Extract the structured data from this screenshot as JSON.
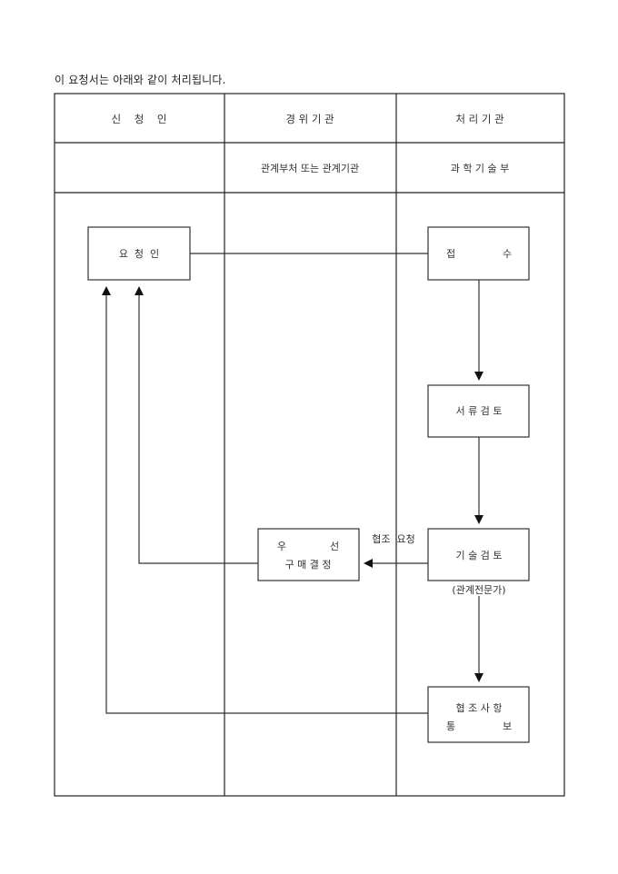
{
  "caption": "이 요청서는 아래와 같이 처리됩니다.",
  "table": {
    "headers": [
      "신    청    인",
      "경 위 기 관",
      "처 리 기 관"
    ],
    "subheaders": [
      "",
      "관계부처 또는 관계기관",
      "과 학 기 술 부"
    ]
  },
  "flow": {
    "nodes": {
      "requester": "요  청  인",
      "receipt_left": "접",
      "receipt_right": "수",
      "document_review": "서 류 검 토",
      "technical_review": "기 술 검 토",
      "technical_review_note": "(관계전문가)",
      "priority_left": "우",
      "priority_right": "선",
      "purchase_decision": "구 매 결 정",
      "cooperation_line1": "협 조 사 항",
      "notify_left": "통",
      "notify_right": "보"
    },
    "edge_labels": {
      "cooperation_request": "협조  요청"
    }
  },
  "colors": {
    "line": "#333333",
    "text": "#222222",
    "background": "#ffffff"
  }
}
